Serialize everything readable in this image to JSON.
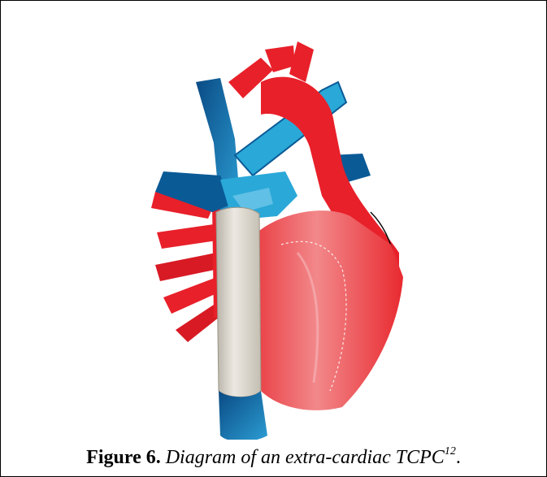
{
  "figure": {
    "label": "Figure 6.",
    "description": "Diagram of an extra-cardiac TCPC",
    "reference": "12",
    "trailing": "."
  },
  "colors": {
    "artery_red": "#e8202a",
    "vein_blue": "#0a5a96",
    "vein_light_blue": "#2aa8d8",
    "conduit_grey": "#dcd8d0",
    "heart_pink": "#ee6a6e"
  }
}
